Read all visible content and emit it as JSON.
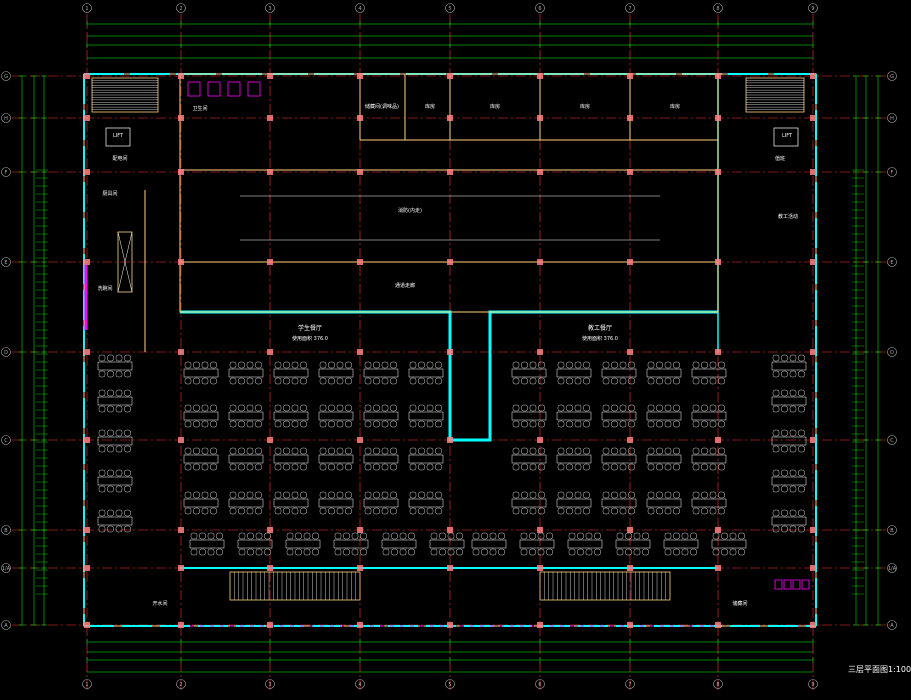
{
  "drawing": {
    "title": "三层平面图1:100",
    "colors": {
      "background": "#000000",
      "wall": "#00ffff",
      "column": "#ff8080",
      "grid_axis": "#ff3030",
      "dimension": "#00ff00",
      "beam_outline": "#ffd27f",
      "fixture": "#ffffff",
      "plumbing": "#ff00ff"
    }
  },
  "axes": {
    "vertical": [
      "1",
      "2",
      "3",
      "4",
      "5",
      "6",
      "7",
      "8",
      "9"
    ],
    "horizontal": [
      "G",
      "H",
      "F",
      "E",
      "D",
      "C",
      "B",
      "1/A",
      "A"
    ]
  },
  "rooms": {
    "dining_left": {
      "name": "学生餐厅",
      "area": "使用面积 376.0"
    },
    "dining_right": {
      "name": "教工餐厅",
      "area": "使用面积 376.0"
    },
    "corridor_center": "消防(内走)",
    "corridor_lower": "通道走廊",
    "kitchen_rooms": [
      "储藏间(调味品)",
      "库房",
      "库房",
      "库房",
      "库房"
    ],
    "lounge_right": "教工活动",
    "room_right_upper": "值班",
    "room_left_upper": "配电间",
    "room_left_mid": "厨具间",
    "room_left_lower": "洗碗间",
    "room_bottom_left": "开水间",
    "room_bottom_right": "储藏间",
    "elevator": "LIFT",
    "toilet_label": "卫生间"
  }
}
